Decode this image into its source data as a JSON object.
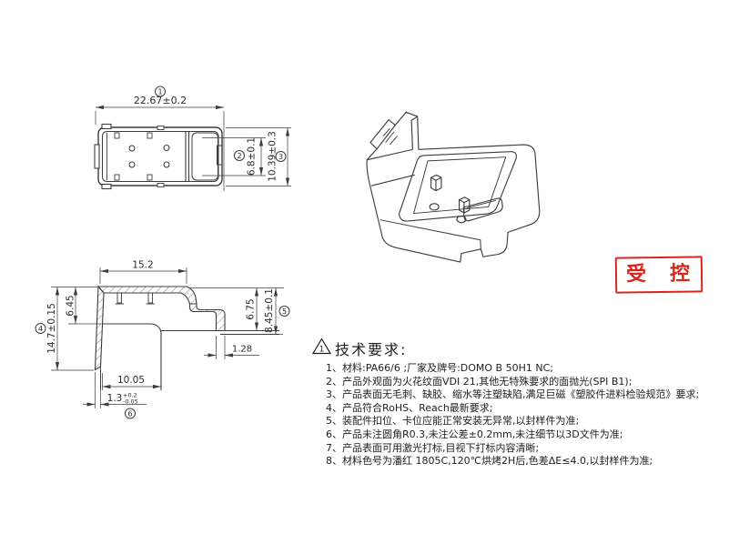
{
  "views": {
    "top_view": {
      "dim_width": {
        "value": "22.67±0.2",
        "balloon": "1"
      },
      "dim_inner_height": {
        "value": "6.8±0.1",
        "balloon": "2"
      },
      "dim_outer_height": {
        "value": "10.39±0.3",
        "balloon": "3"
      }
    },
    "section_view": {
      "dim_top_width": "15.2",
      "dim_left_depth": "6.45",
      "dim_total_height": {
        "value": "14.7±0.15",
        "balloon": "4"
      },
      "dim_right_depth": "6.75",
      "dim_right_height": {
        "value": "8.45±0.1",
        "balloon": "5"
      },
      "dim_rib": "1.28",
      "dim_slot_width": "10.05",
      "dim_wall": {
        "value": "1.3",
        "tol_plus": "+0.2",
        "tol_minus": "-0.05",
        "balloon": "6"
      }
    }
  },
  "stamp": {
    "text": "受　控"
  },
  "tech": {
    "mark": "1",
    "title": "技术要求:",
    "items": [
      "1、材料:PA66/6 ;厂家及牌号:DOMO B 50H1 NC;",
      "2、产品外观面为火花纹面VDI 21,其他无特殊要求的面抛光(SPI B1);",
      "3、产品表面无毛刺、缺胶、缩水等注塑缺陷,满足巨磁《塑胶件进料检验规范》要求;",
      "4、产品符合RoHS、Reach最新要求;",
      "5、装配件扣位、卡位应能正常安装无异常,以封样件为准;",
      "6、产品未注圆角R0.3,未注公差±0.2mm,未注细节以3D文件为准;",
      "7、产品表面可用激光打标,目视下打标内容清晰;",
      "8、材料色号为潘红 1805C,120℃烘烤2H后,色差ΔE≤4.0,以封样件为准;"
    ]
  },
  "colors": {
    "line": "#3c3c3c",
    "stamp_red": "#d9261c"
  }
}
